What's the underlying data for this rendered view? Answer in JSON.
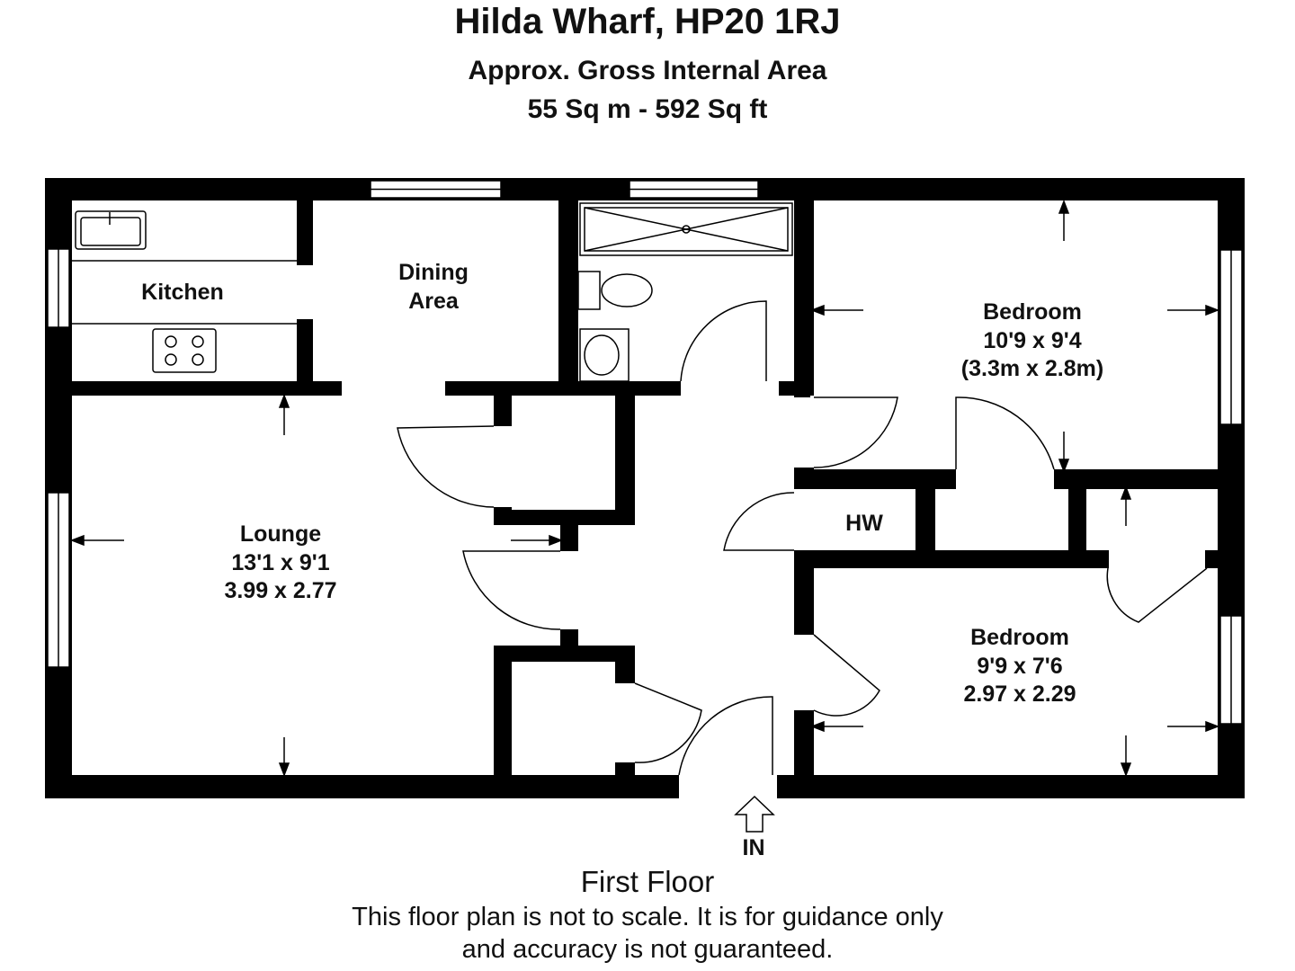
{
  "header": {
    "title": "Hilda Wharf, HP20 1RJ",
    "area_label": "Approx. Gross Internal Area",
    "area_value": "55 Sq m - 592 Sq ft"
  },
  "rooms": {
    "kitchen": {
      "name": "Kitchen"
    },
    "dining": {
      "name_line1": "Dining",
      "name_line2": "Area"
    },
    "lounge": {
      "name": "Lounge",
      "imperial": "13'1 x 9'1",
      "metric": "3.99 x 2.77"
    },
    "bedroom1": {
      "name": "Bedroom",
      "imperial": "10'9 x 9'4",
      "metric": "(3.3m x 2.8m)"
    },
    "bedroom2": {
      "name": "Bedroom",
      "imperial": "9'9 x 7'6",
      "metric": "2.97 x 2.29"
    },
    "hw": {
      "name": "HW"
    }
  },
  "entrance": {
    "label": "IN"
  },
  "footer": {
    "floor": "First Floor",
    "disclaimer_line1": "This floor plan is not to scale. It is for guidance only",
    "disclaimer_line2": "and accuracy is not guaranteed."
  },
  "colors": {
    "wall": "#000000",
    "background": "#ffffff",
    "window": "#ffffff"
  }
}
